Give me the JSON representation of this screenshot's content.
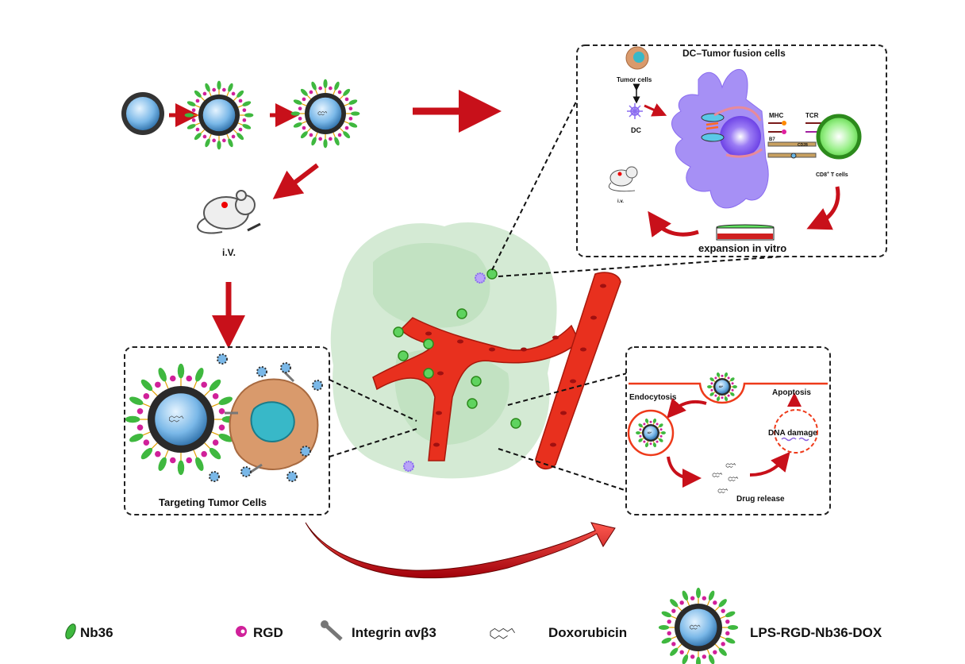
{
  "top_box": {
    "title": "DC–Tumor fusion cells",
    "tumor_cells": "Tumor cells",
    "dc": "DC",
    "mhc": "MHC",
    "tcr": "TCR",
    "b7": "B7",
    "cd28": "CD28",
    "cd8_prefix": "CD8",
    "cd8_sup": "+",
    "cd8_suffix": " T cells",
    "iv": "i.v.",
    "expansion": "expansion in vitro"
  },
  "left_flow": {
    "iv": "i.V."
  },
  "targeting_box": {
    "title": "Targeting Tumor Cells"
  },
  "mechanism_box": {
    "endocytosis": "Endocytosis",
    "apoptosis": "Apoptosis",
    "dna_damage": "DNA damage",
    "drug_release": "Drug release"
  },
  "legend": {
    "nb36": "Nb36",
    "rgd": "RGD",
    "integrin": "Integrin αvβ3",
    "doxorubicin": "Doxorubicin",
    "nanoparticle": "LPS-RGD-Nb36-DOX"
  },
  "colors": {
    "arrow": "#c8101a",
    "vessel": "#e8301e",
    "tumor": "#bfe0bf",
    "dc": "#8a6cf0",
    "tcell": "#5fd35f",
    "nb36": "#3fb83f",
    "rgd": "#d0209a"
  }
}
